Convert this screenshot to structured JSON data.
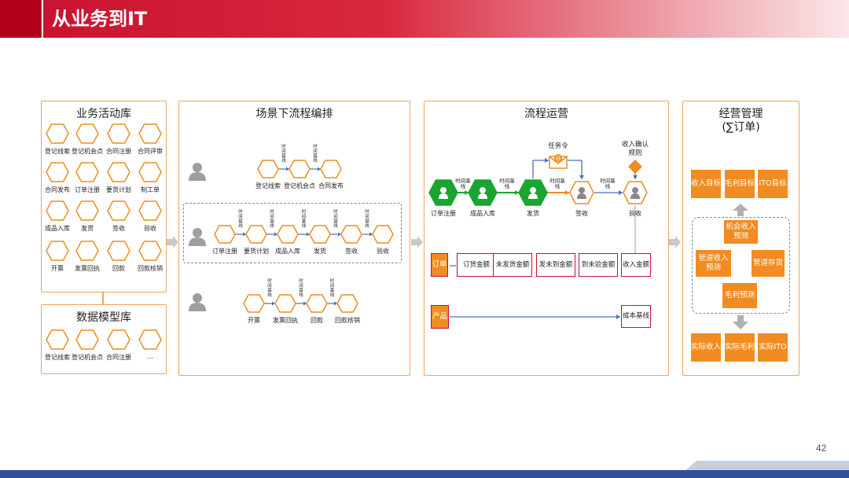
{
  "title": "从业务到IT",
  "page_number": "42",
  "colors": {
    "brand_red": "#c8102e",
    "accent_orange": "#f08c22",
    "hex_orange": "#f08c22",
    "green": "#1aa531",
    "arrow_blue": "#4472c4",
    "panel_border": "#f2a35e",
    "footer_blue": "#2f4f9b"
  },
  "panels": {
    "business": {
      "title": "业务活动库",
      "items": [
        "登记线索",
        "登记机会点",
        "合同注册",
        "合同评审",
        "合同发布",
        "订单注册",
        "要货计划",
        "制工单",
        "成品入库",
        "发货",
        "签收",
        "验收",
        "开票",
        "发票回执",
        "回款",
        "回款核销"
      ]
    },
    "model": {
      "title": "数据模型库",
      "items": [
        "登记线索",
        "登记机会点",
        "合同注册",
        "..."
      ]
    },
    "scene": {
      "title": "场景下流程编排",
      "row1": [
        "登记线索",
        "登记机会点",
        "合同发布"
      ],
      "row2": [
        "订单注册",
        "要货计划",
        "成品入库",
        "发货",
        "签收",
        "验收"
      ],
      "row3": [
        "开票",
        "发票回执",
        "回款",
        "回款核销"
      ],
      "time_label": "时间基线"
    },
    "flow": {
      "title": "流程运营",
      "nodes": [
        "订单注册",
        "成品入库",
        "发货",
        "签收",
        "验收"
      ],
      "time_label": "时间基线",
      "task": "任务令",
      "revenue_rule": "收入确认规则",
      "order_tag": "订单",
      "product_tag": "产品",
      "amounts": [
        "订货金额",
        "未发货金额",
        "发未到金额",
        "到未验金额",
        "收入金额"
      ],
      "cost_baseline": "成本基线"
    },
    "management": {
      "title": "经营管理",
      "subtitle": "(∑订单)",
      "targets": [
        "收入目标",
        "毛利目标",
        "ITO目标"
      ],
      "forecast_top": "机会收入预测",
      "forecast_left": "管道收入预测",
      "forecast_right": "管道存货",
      "forecast_bottom": "毛利预测",
      "actuals": [
        "实际收入",
        "实际毛利",
        "实际ITO"
      ]
    }
  }
}
